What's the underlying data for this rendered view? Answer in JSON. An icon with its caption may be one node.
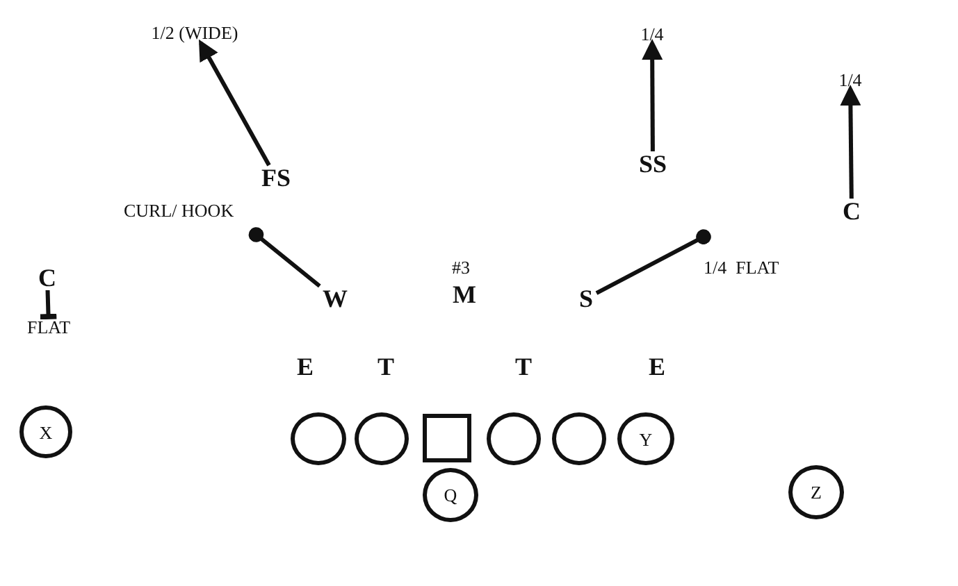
{
  "diagram": {
    "nodes": [
      {
        "text": [
          "1/2 (WIDE)"
        ]
      },
      {
        "text": [
          "1/4"
        ]
      },
      {
        "text": [
          "1/4"
        ]
      },
      {
        "text": [
          "FS"
        ]
      },
      {
        "text": [
          "SS"
        ]
      },
      {
        "text": [
          "C"
        ]
      },
      {
        "text": [
          "CURL/ HOOK"
        ]
      },
      {
        "text": [
          "1/4  FLAT"
        ]
      },
      {
        "text": [
          "C"
        ]
      },
      {
        "text": [
          "FLAT"
        ]
      },
      {
        "text": [
          "W"
        ]
      },
      {
        "text": [
          "M"
        ],
        "beside": [
          "#3"
        ]
      },
      {
        "text": [
          "S"
        ]
      },
      {
        "text": [
          "E"
        ]
      },
      {
        "text": [
          "T"
        ]
      },
      {
        "text": [
          "T"
        ]
      },
      {
        "text": [
          "E"
        ]
      },
      {
        "text": [
          "X"
        ]
      },
      {
        "text": [],
        "shape": "circle"
      },
      {
        "text": [],
        "shape": "circle"
      },
      {
        "text": [],
        "shape": "box"
      },
      {
        "text": [],
        "shape": "circle"
      },
      {
        "text": [],
        "shape": "circle"
      },
      {
        "text": [
          "Y"
        ]
      },
      {
        "text": [
          "Q"
        ]
      },
      {
        "text": [
          "Z"
        ]
      }
    ],
    "edges": [
      {
        "from": 3,
        "to": 0,
        "arrow": "to"
      },
      {
        "from": 4,
        "to": 1,
        "arrow": "to"
      },
      {
        "from": 5,
        "to": 2,
        "arrow": "to"
      },
      {
        "from": 10,
        "to": 6,
        "arrow": "other"
      },
      {
        "from": 12,
        "to": 7,
        "arrow": "other"
      },
      {
        "from": 8,
        "to": 9,
        "arrow": "other"
      }
    ]
  }
}
